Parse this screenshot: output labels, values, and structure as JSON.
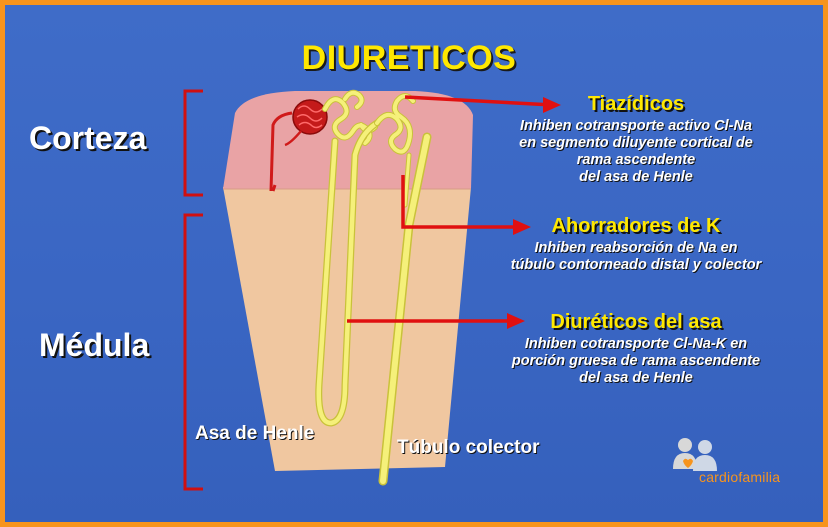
{
  "title": "DIURETICOS",
  "regions": {
    "cortex": "Corteza",
    "medulla": "Médula"
  },
  "structures": {
    "loop": "Asa de Henle",
    "collecting_duct": "Túbulo colector"
  },
  "callouts": [
    {
      "heading": "Tiazídicos",
      "text": "Inhiben cotransporte activo Cl-Na\nen segmento diluyente cortical de\nrama ascendente\ndel asa de Henle"
    },
    {
      "heading": "Ahorradores de K",
      "text": "Inhiben reabsorción de Na en\ntúbulo contorneado distal y colector"
    },
    {
      "heading": "Diuréticos del asa",
      "text": "Inhiben cotransporte Cl-Na-K en\nporción gruesa de rama ascendente\ndel asa de Henle"
    }
  ],
  "logo_text": "cardiofamilia",
  "colors": {
    "background": "#3f6cc8",
    "border": "#f7941d",
    "accent_yellow": "#ffe800",
    "arrow_red": "#e01010",
    "cortex_pink": "#e9a3a5",
    "medulla_beige": "#f0c7a0",
    "tubule_yellow": "#f5f07a"
  }
}
